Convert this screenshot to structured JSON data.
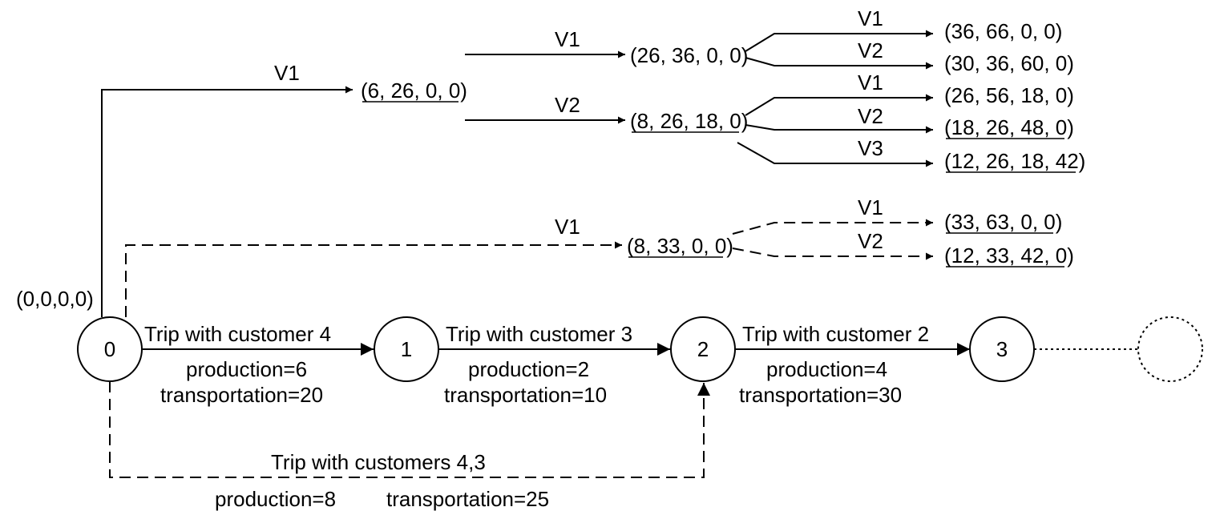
{
  "root_label": "(0,0,0,0)",
  "nodes": [
    {
      "id": "0",
      "label": "0"
    },
    {
      "id": "1",
      "label": "1"
    },
    {
      "id": "2",
      "label": "2"
    },
    {
      "id": "3",
      "label": "3"
    },
    {
      "id": "4",
      "label": ""
    }
  ],
  "edges": [
    {
      "trip": "Trip with customer 4",
      "production": "production=6",
      "transportation": "transportation=20"
    },
    {
      "trip": "Trip with customer 3",
      "production": "production=2",
      "transportation": "transportation=10"
    },
    {
      "trip": "Trip with customer 2",
      "production": "production=4",
      "transportation": "transportation=30"
    }
  ],
  "combined_edge": {
    "trip": "Trip with customers 4,3",
    "production": "production=8",
    "transportation": "transportation=25"
  },
  "tree": {
    "level1": [
      {
        "vehicle": "V1",
        "state": "(6, 26, 0, 0)",
        "underlined": true
      },
      {
        "vehicle": "V1",
        "state": "(8, 33, 0, 0)",
        "underlined": true
      }
    ],
    "level2": [
      {
        "vehicle": "V1",
        "state": "(26, 36, 0, 0)",
        "underlined": false
      },
      {
        "vehicle": "V2",
        "state": "(8, 26, 18, 0)",
        "underlined": true
      }
    ],
    "level3": [
      {
        "vehicle": "V1",
        "state": "(36, 66, 0, 0)",
        "underlined": false
      },
      {
        "vehicle": "V2",
        "state": "(30, 36, 60, 0)",
        "underlined": false
      },
      {
        "vehicle": "V1",
        "state": "(26, 56, 18, 0)",
        "underlined": false
      },
      {
        "vehicle": "V2",
        "state": "(18, 26, 48, 0)",
        "underlined": true
      },
      {
        "vehicle": "V3",
        "state": "(12, 26, 18, 42)",
        "underlined": true
      },
      {
        "vehicle": "V1",
        "state": "(33, 63, 0, 0)",
        "underlined": true
      },
      {
        "vehicle": "V2",
        "state": "(12, 33, 42, 0)",
        "underlined": true
      }
    ]
  }
}
